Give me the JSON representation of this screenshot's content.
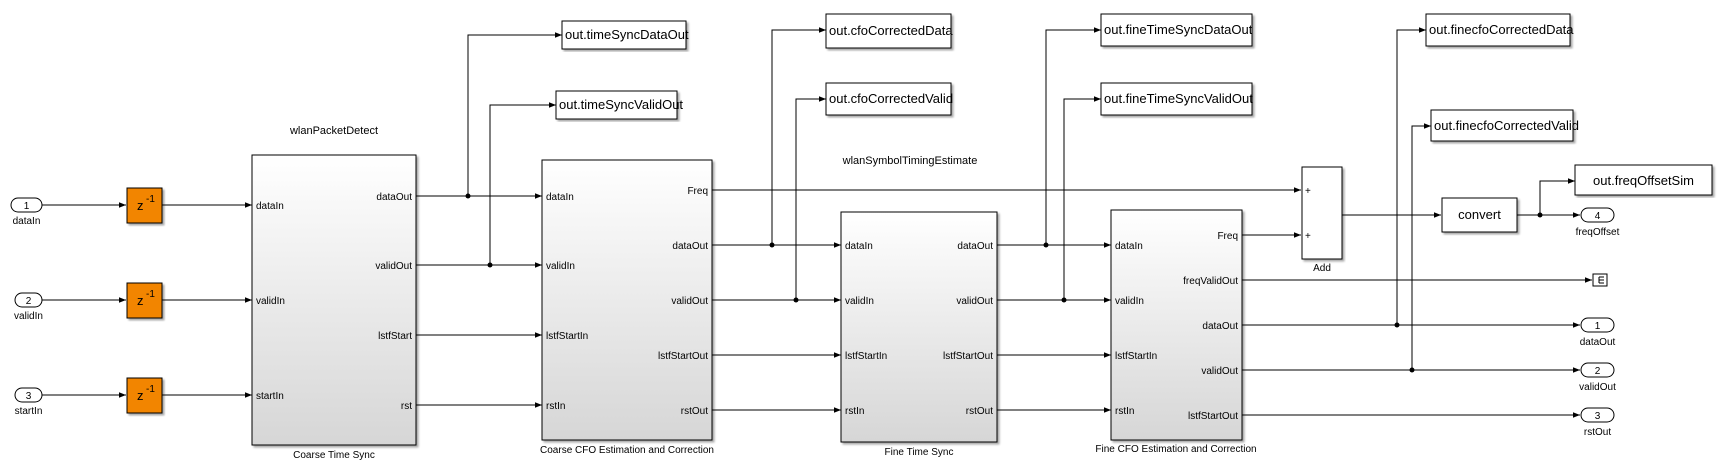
{
  "inports": [
    {
      "num": "1",
      "name": "dataIn"
    },
    {
      "num": "2",
      "name": "validIn"
    },
    {
      "num": "3",
      "name": "startIn"
    }
  ],
  "delay_label": "z",
  "delay_exp": "-1",
  "blocks": {
    "coarse_time": {
      "caption": "Coarse Time Sync",
      "title": "wlanPacketDetect",
      "inputs": [
        "dataIn",
        "validIn",
        "startIn"
      ],
      "outputs": [
        "dataOut",
        "validOut",
        "lstfStart",
        "rst"
      ]
    },
    "coarse_cfo": {
      "caption": "Coarse CFO Estimation and Correction",
      "inputs": [
        "dataIn",
        "validIn",
        "lstfStartIn",
        "rstIn"
      ],
      "outputs": [
        "Freq",
        "dataOut",
        "validOut",
        "lstfStartOut",
        "rstOut"
      ]
    },
    "fine_time": {
      "caption": "Fine Time Sync",
      "title": "wlanSymbolTimingEstimate",
      "inputs": [
        "dataIn",
        "validIn",
        "lstfStartIn",
        "rstIn"
      ],
      "outputs": [
        "dataOut",
        "validOut",
        "lstfStartOut",
        "rstOut"
      ]
    },
    "fine_cfo": {
      "caption": "Fine CFO Estimation and Correction",
      "inputs": [
        "dataIn",
        "validIn",
        "lstfStartIn",
        "rstIn"
      ],
      "outputs": [
        "Freq",
        "freqValidOut",
        "dataOut",
        "validOut",
        "lstfStartOut"
      ]
    },
    "add": {
      "caption": "Add",
      "signs": [
        "+",
        "+"
      ]
    },
    "convert": {
      "label": "convert"
    }
  },
  "to_workspace": [
    "out.timeSyncDataOut",
    "out.timeSyncValidOut",
    "out.cfoCorrectedData",
    "out.cfoCorrectedValid",
    "out.fineTimeSyncDataOut",
    "out.fineTimeSyncValidOut",
    "out.finecfoCorrectedData",
    "out.finecfoCorrectedValid",
    "out.freqOffsetSim"
  ],
  "outports": [
    {
      "num": "4",
      "name": "freqOffset"
    },
    {
      "num": "1",
      "name": "dataOut"
    },
    {
      "num": "2",
      "name": "validOut"
    },
    {
      "num": "3",
      "name": "rstOut"
    }
  ],
  "colors": {
    "delay": "#f28500",
    "block_top": "#ffffff",
    "block_bottom": "#d8d8d8"
  }
}
